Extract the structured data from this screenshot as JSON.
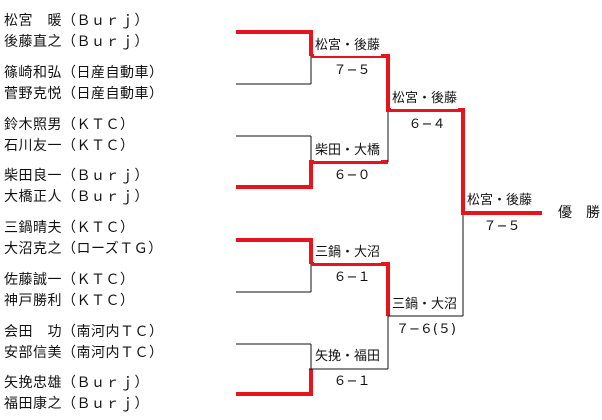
{
  "teams": [
    {
      "p1": "松宮　暖（Ｂｕｒｊ）",
      "p2": "後藤直之（Ｂｕｒｊ）"
    },
    {
      "p1": "篠崎和弘（日産自動車）",
      "p2": "菅野克悦（日産自動車）"
    },
    {
      "p1": "鈴木照男（ＫＴＣ）",
      "p2": "石川友一（ＫＴＣ）"
    },
    {
      "p1": "柴田良一（Ｂｕｒｊ）",
      "p2": "大橋正人（Ｂｕｒｊ）"
    },
    {
      "p1": "三鍋晴夫（ＫＴＣ）",
      "p2": "大沼克之（ローズＴＧ）"
    },
    {
      "p1": "佐藤誠一（ＫＴＣ）",
      "p2": "神戸勝利（ＫＴＣ）"
    },
    {
      "p1": "会田　功（南河内ＴＣ）",
      "p2": "安部信美（南河内ＴＣ）"
    },
    {
      "p1": "矢挽忠雄（Ｂｕｒｊ）",
      "p2": "福田康之（Ｂｕｒｊ）"
    }
  ],
  "round1": [
    {
      "winner": "松宮・後藤",
      "score": "７−５"
    },
    {
      "winner": "柴田・大橋",
      "score": "６−０"
    },
    {
      "winner": "三鍋・大沼",
      "score": "６−１"
    },
    {
      "winner": "矢挽・福田",
      "score": "６−１"
    }
  ],
  "semis": [
    {
      "winner": "松宮・後藤",
      "score": "６−４"
    },
    {
      "winner": "三鍋・大沼",
      "score": "７−６(５)"
    }
  ],
  "final": {
    "winner": "松宮・後藤",
    "score": "７−５"
  },
  "champion_label": "優　勝",
  "colors": {
    "win_line": "#e8141c",
    "lose_line": "#111111"
  }
}
